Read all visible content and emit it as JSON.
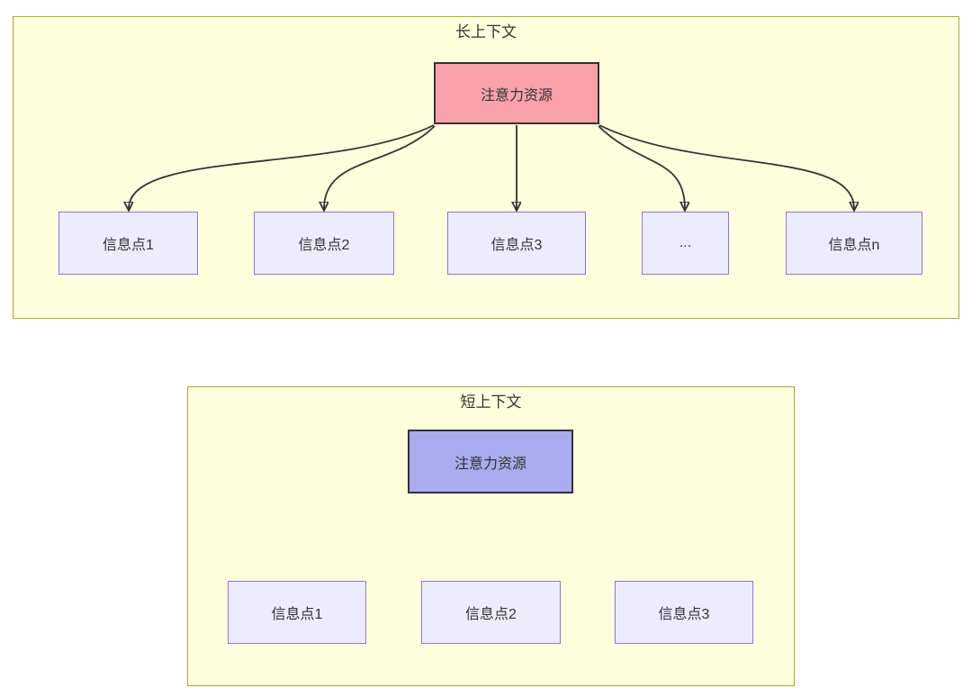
{
  "diagram": {
    "type": "flowchart",
    "clusters": [
      {
        "id": "long-context",
        "title": "长上下文",
        "attention_node": "注意力资源",
        "info_nodes": [
          "信息点1",
          "信息点2",
          "信息点3",
          "...",
          "信息点n"
        ]
      },
      {
        "id": "short-context",
        "title": "短上下文",
        "attention_node": "注意力资源",
        "info_nodes": [
          "信息点1",
          "信息点2",
          "信息点3"
        ]
      }
    ],
    "colors": {
      "page_background": "#ffffff",
      "cluster_fill": "#ffffde",
      "cluster_border": "#aaaa33",
      "info_node_fill": "#ececff",
      "info_node_border": "#9370db",
      "attention_long_fill": "#f9a1a8",
      "attention_short_fill": "#aaaaee",
      "attention_border": "#333333",
      "edge_color": "#333333",
      "text_color": "#333333"
    }
  }
}
